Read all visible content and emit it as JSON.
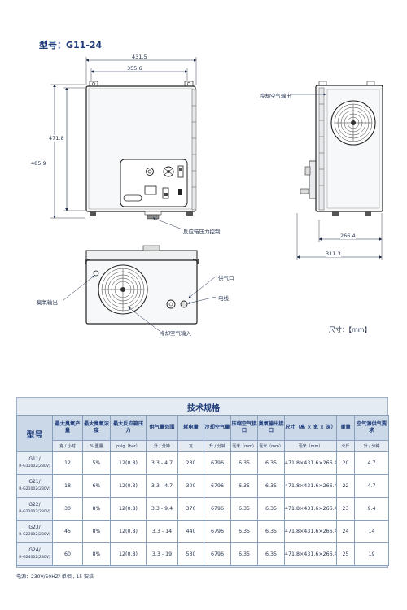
{
  "page": {
    "model_title": "型号：G11-24",
    "unit_label": "尺寸：【mm】",
    "footer": "电源：230V/50HZ/ 单相 , 15 安培"
  },
  "drawing": {
    "dims": {
      "width_total": "431.5",
      "width_inner": "355.6",
      "height_inner": "471.8",
      "height_total": "485.9",
      "depth_inner": "266.4",
      "depth_total": "311.3"
    },
    "labels": {
      "cooling_air_out": "冷却空气输出",
      "reactor_pressure_control": "反应箱压力控制",
      "gas_supply_port": "供气口",
      "ozone_output": "臭氧输出",
      "power": "电线",
      "cooling_air_in": "冷却空气输入"
    }
  },
  "spec": {
    "title": "技术规格",
    "headers": [
      "型号",
      "最大臭氧产量",
      "最大臭氧浓度",
      "最大反应箱压力",
      "供气量范围",
      "耗电量",
      "冷却空气量",
      "压缩空气接口",
      "臭氧输出接口",
      "尺寸（高 × 宽 × 深）",
      "重量",
      "空气源供气要求"
    ],
    "units": [
      "",
      "克 / 小时",
      "% 重量",
      "psig（bar）",
      "升 / 分钟",
      "瓦",
      "升 / 分钟",
      "毫米（mm）",
      "毫米（mm）",
      "毫米（mm）",
      "公斤",
      "升 / 分钟"
    ],
    "rows": [
      {
        "model": "G11/",
        "code": "R-G11002(230V)",
        "cells": [
          "12",
          "5%",
          "12(0.8)",
          "3.3 - 4.7",
          "230",
          "6796",
          "6.35",
          "6.35",
          "471.8×431.6×266.4",
          "20",
          "4.7"
        ]
      },
      {
        "model": "G21/",
        "code": "R-G21002(230V)",
        "cells": [
          "18",
          "6%",
          "12(0.8)",
          "3.3 - 4.7",
          "300",
          "6796",
          "6.35",
          "6.35",
          "471.8×431.6×266.4",
          "22",
          "4.7"
        ]
      },
      {
        "model": "G22/",
        "code": "R-G22002(230V)",
        "cells": [
          "30",
          "8%",
          "12(0.8)",
          "3.3 - 9.4",
          "370",
          "6796",
          "6.35",
          "6.35",
          "471.8×431.6×266.4",
          "23",
          "9.4"
        ]
      },
      {
        "model": "G23/",
        "code": "R-G23002(230V)",
        "cells": [
          "45",
          "8%",
          "12(0.8)",
          "3.3 - 14",
          "440",
          "6796",
          "6.35",
          "6.35",
          "471.8×431.6×266.4",
          "24",
          "14"
        ]
      },
      {
        "model": "G24/",
        "code": "R-G24002(230V)",
        "cells": [
          "60",
          "8%",
          "12(0.8)",
          "3.3 - 19",
          "530",
          "6796",
          "6.35",
          "6.35",
          "471.8×431.6×266.4",
          "25",
          "19"
        ]
      }
    ]
  }
}
